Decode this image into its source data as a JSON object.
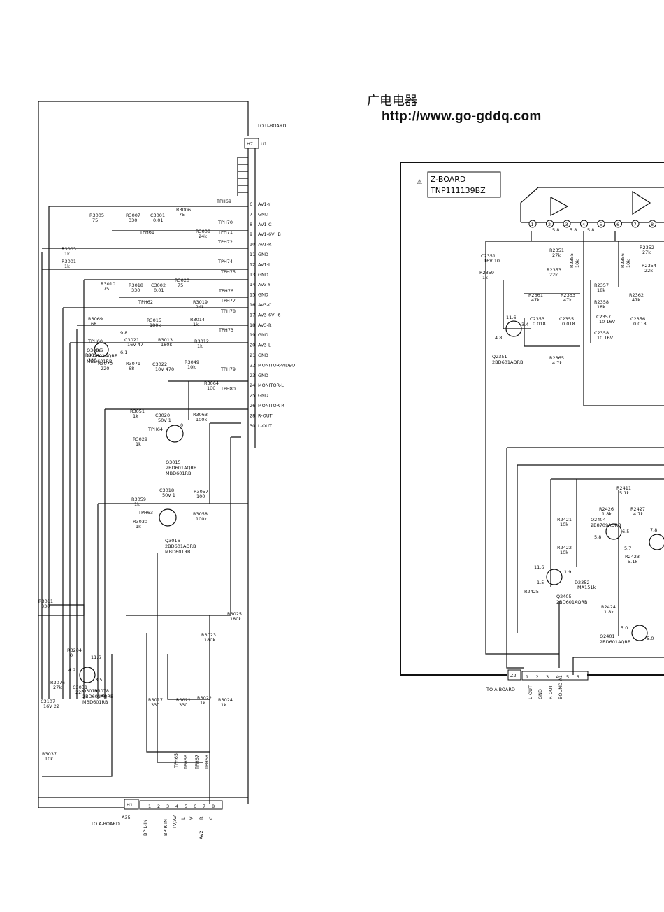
{
  "site": {
    "name_cn": "广电电器",
    "url": "http://www.go-gddq.com"
  },
  "left_board": {
    "to_u_board": "TO U-BOARD",
    "connector_h7": "H7",
    "connector_u1": "U1",
    "to_a_board": "TO A-BOARD",
    "connector_h1": "H1",
    "connector_a35": "A35",
    "pins_top": [
      {
        "num": "6",
        "label": "AV1-Y"
      },
      {
        "num": "7",
        "label": "GND"
      },
      {
        "num": "8",
        "label": "AV1-C"
      },
      {
        "num": "9",
        "label": "AV1-6VHB"
      },
      {
        "num": "10",
        "label": "AV1-R"
      },
      {
        "num": "11",
        "label": "GND"
      },
      {
        "num": "12",
        "label": "AV1-L"
      },
      {
        "num": "13",
        "label": "GND"
      },
      {
        "num": "14",
        "label": "AV3-Y"
      },
      {
        "num": "15",
        "label": "GND"
      },
      {
        "num": "16",
        "label": "AV3-C"
      },
      {
        "num": "17",
        "label": "AV3-6VH6"
      },
      {
        "num": "18",
        "label": "AV3-R"
      },
      {
        "num": "19",
        "label": "GND"
      },
      {
        "num": "20",
        "label": "AV3-L"
      },
      {
        "num": "21",
        "label": "GND"
      },
      {
        "num": "22",
        "label": "MONITOR-VIDEO"
      },
      {
        "num": "23",
        "label": "GND"
      },
      {
        "num": "24",
        "label": "MONITOR-L"
      },
      {
        "num": "25",
        "label": "GND"
      },
      {
        "num": "26",
        "label": "MONITOR-R"
      },
      {
        "num": "28",
        "label": "R-OUT"
      },
      {
        "num": "30",
        "label": "L-OUT"
      }
    ],
    "tps": [
      "TPH69",
      "TPH70",
      "TPH71",
      "TPH72",
      "TPH74",
      "TPH75",
      "TPH76",
      "TPH77",
      "TPH78",
      "TPH73",
      "TPH79",
      "TPH80",
      "TPH60",
      "TPH61",
      "TPH62",
      "TPH64",
      "TPH63",
      "TPH65",
      "TPH66",
      "TPH67",
      "TPH68"
    ],
    "components": [
      {
        "ref": "R3005",
        "val": "75"
      },
      {
        "ref": "R3007",
        "val": "330"
      },
      {
        "ref": "C3001",
        "val": "0.01"
      },
      {
        "ref": "R3006",
        "val": "75"
      },
      {
        "ref": "R3008",
        "val": "24k"
      },
      {
        "ref": "R3003",
        "val": "1k"
      },
      {
        "ref": "R3001",
        "val": "1k"
      },
      {
        "ref": "R3010",
        "val": "75"
      },
      {
        "ref": "R3018",
        "val": "330"
      },
      {
        "ref": "C3002",
        "val": "0.01"
      },
      {
        "ref": "R3020",
        "val": "75"
      },
      {
        "ref": "R3019",
        "val": "24k"
      },
      {
        "ref": "R3069",
        "val": "68"
      },
      {
        "ref": "R3015",
        "val": "180k"
      },
      {
        "ref": "R3014",
        "val": "1k"
      },
      {
        "ref": "C3021",
        "val": "16V 47"
      },
      {
        "ref": "R3013",
        "val": "180k"
      },
      {
        "ref": "R3012",
        "val": "1k"
      },
      {
        "ref": "R3034",
        "val": "330"
      },
      {
        "ref": "R3070",
        "val": "220"
      },
      {
        "ref": "R3071",
        "val": "68"
      },
      {
        "ref": "C3022",
        "val": "10V 470"
      },
      {
        "ref": "R3049",
        "val": "10k"
      },
      {
        "ref": "R3064",
        "val": "100"
      },
      {
        "ref": "R3051",
        "val": "1k"
      },
      {
        "ref": "C3020",
        "val": "50V 1"
      },
      {
        "ref": "R3063",
        "val": "100k"
      },
      {
        "ref": "R3029",
        "val": "1k"
      },
      {
        "ref": "C3018",
        "val": "50V 1"
      },
      {
        "ref": "R3059",
        "val": "1k"
      },
      {
        "ref": "R3057",
        "val": "100"
      },
      {
        "ref": "R3030",
        "val": "1k"
      },
      {
        "ref": "R3058",
        "val": "100k"
      },
      {
        "ref": "R3011",
        "val": "330"
      },
      {
        "ref": "R3025",
        "val": "180k"
      },
      {
        "ref": "R3023",
        "val": "180k"
      },
      {
        "ref": "R3204",
        "val": "0"
      },
      {
        "ref": "R3076",
        "val": "27k"
      },
      {
        "ref": "C3031",
        "val": "22P"
      },
      {
        "ref": "R3078",
        "val": "560"
      },
      {
        "ref": "C3107",
        "val": "16V 22"
      },
      {
        "ref": "R3017",
        "val": "330"
      },
      {
        "ref": "R3021",
        "val": "330"
      },
      {
        "ref": "R3022",
        "val": "1k"
      },
      {
        "ref": "R3024",
        "val": "1k"
      },
      {
        "ref": "R3037",
        "val": "10k"
      }
    ],
    "transistors": [
      {
        "ref": "Q3006",
        "part": "2BD601AQRB",
        "alt": "MBD601RB"
      },
      {
        "ref": "Q3015",
        "part": "2BD601AQRB",
        "alt": "MBD601RB"
      },
      {
        "ref": "Q3016",
        "part": "2BD601AQRB",
        "alt": "MBD601RB"
      },
      {
        "ref": "Q3019",
        "part": "2BD601AQRB",
        "alt": "MBD601RB"
      }
    ],
    "bottom_pins": [
      "1",
      "2",
      "3",
      "4",
      "5",
      "6",
      "7",
      "8"
    ],
    "bottom_labels": [
      "BP L-IN",
      "BP R-IN",
      "TV/AV",
      "L",
      "V",
      "R",
      "C",
      "AV2"
    ],
    "voltages": [
      "9.8",
      "8.6",
      "6.1",
      "0",
      "11.6",
      "4.2",
      "3.5"
    ]
  },
  "right_board": {
    "board_name": "Z-BOARD",
    "part_no": "TNP111139BZ",
    "to_a_board": "TO A-BOARD",
    "connector_z2": "Z2",
    "bottom_pins": [
      "1",
      "2",
      "3",
      "4",
      "5",
      "6"
    ],
    "bottom_labels": [
      "L-OUT",
      "GND",
      "R-OUT",
      "BOUND-A1"
    ],
    "circled_pins": [
      "1",
      "2",
      "3",
      "4",
      "5",
      "6",
      "7",
      "8"
    ],
    "components": [
      {
        "ref": "C2351",
        "val": "16V 10"
      },
      {
        "ref": "R2359",
        "val": "1k"
      },
      {
        "ref": "R2351",
        "val": "27k"
      },
      {
        "ref": "R2353",
        "val": "22k"
      },
      {
        "ref": "R2355",
        "val": "10k"
      },
      {
        "ref": "R2361",
        "val": "47k"
      },
      {
        "ref": "R2363",
        "val": "47k"
      },
      {
        "ref": "C2353",
        "val": "0.018"
      },
      {
        "ref": "C2355",
        "val": "0.018"
      },
      {
        "ref": "R2365",
        "val": "4.7k"
      },
      {
        "ref": "R2357",
        "val": "18k"
      },
      {
        "ref": "R2358",
        "val": "18k"
      },
      {
        "ref": "C2357",
        "val": "10 16V"
      },
      {
        "ref": "C2358",
        "val": "10 16V"
      },
      {
        "ref": "R2352",
        "val": "27k"
      },
      {
        "ref": "R2354",
        "val": "22k"
      },
      {
        "ref": "R2356",
        "val": "10k"
      },
      {
        "ref": "R2362",
        "val": "47k"
      },
      {
        "ref": "C2356",
        "val": "0.018"
      },
      {
        "ref": "R2411",
        "val": "5.1k"
      },
      {
        "ref": "R2426",
        "val": "1.8k"
      },
      {
        "ref": "R2427",
        "val": "4.7k"
      },
      {
        "ref": "R2421",
        "val": "10k"
      },
      {
        "ref": "R2422",
        "val": "10k"
      },
      {
        "ref": "R2423",
        "val": "5.1k"
      },
      {
        "ref": "R2425",
        "val": ""
      },
      {
        "ref": "R2424",
        "val": "1.8k"
      },
      {
        "ref": "D2352",
        "val": "MA151k"
      }
    ],
    "transistors": [
      {
        "ref": "Q2351",
        "part": "2BD601AQRB"
      },
      {
        "ref": "Q2404",
        "part": "2B8709AQRB"
      },
      {
        "ref": "Q2405",
        "part": "2BD601AQRB"
      },
      {
        "ref": "Q2401",
        "part": "2BD601AQRB"
      }
    ],
    "voltages": [
      "5.8",
      "5.8",
      "5.8",
      "11.6",
      "3.4",
      "4.8",
      "6.5",
      "5.7",
      "7.8",
      "5.8",
      "1.9",
      "11.6",
      "1.5",
      "5.0",
      "5.0"
    ]
  }
}
